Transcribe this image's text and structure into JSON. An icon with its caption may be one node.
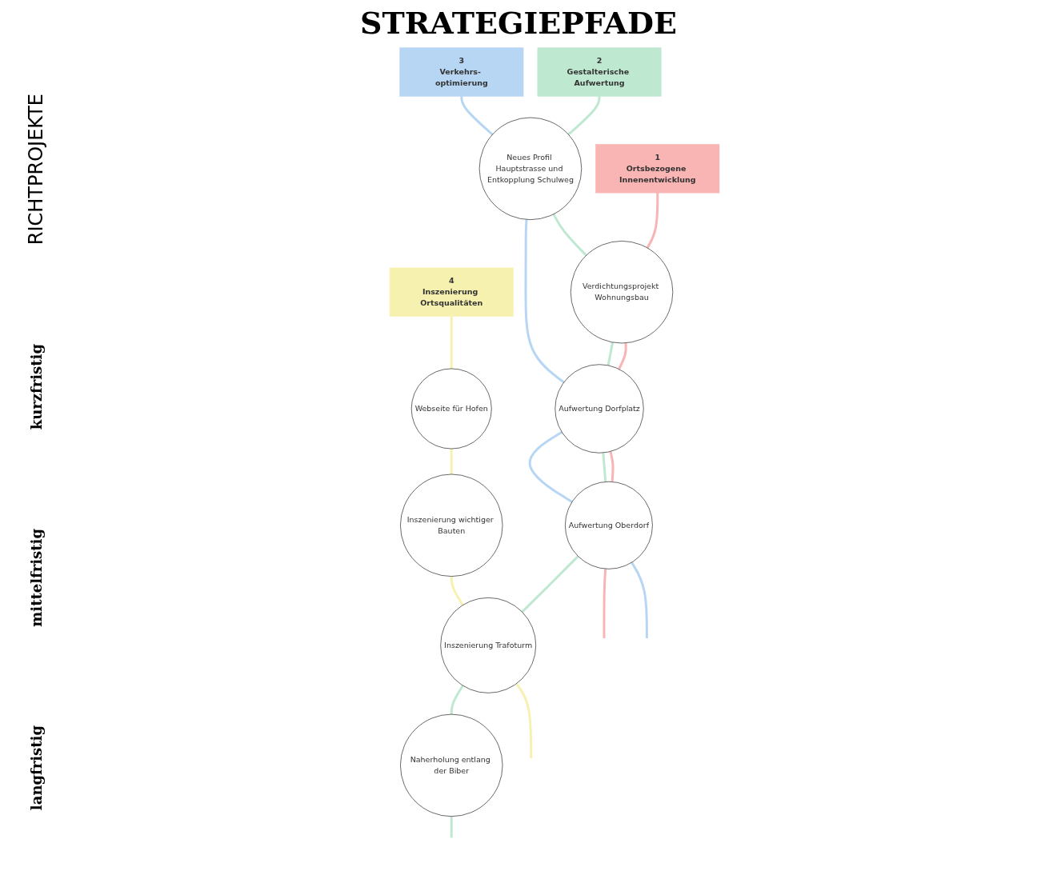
{
  "diagram": {
    "title": "STRATEGIEPFADE",
    "nodes": [
      {
        "text": [
          "1",
          "Ortsbezogene Innenentwicklung"
        ]
      },
      {
        "text": [
          "2",
          "Gestalterische Aufwertung"
        ]
      },
      {
        "text": [
          "3",
          "Verkehrs- optimierung"
        ]
      },
      {
        "text": [
          "4",
          "Inszenierung Ortsqualitäten"
        ]
      },
      {
        "text": [
          "Webseite für Hofen"
        ]
      },
      {
        "text": [
          "Inszenierung wichtiger Bauten"
        ]
      },
      {
        "text": [
          "Neues Profil Hauptstrasse und Entkopplung Schulweg"
        ]
      },
      {
        "text": [
          "Verdichtungsprojekt Wohnungsbau"
        ]
      },
      {
        "text": [
          "Aufwertung Dorfplatz"
        ]
      },
      {
        "text": [
          "Aufwertung Oberdorf"
        ]
      },
      {
        "text": [
          "Inszenierung Trafoturm"
        ]
      },
      {
        "text": [
          "Naherholung entlang der Biber"
        ]
      }
    ],
    "edges": [
      {
        "from": 0,
        "to": 7,
        "arrow": "none",
        "color": "#f9b4b4"
      },
      {
        "from": 7,
        "to": 8,
        "arrow": "none",
        "color": "#f9b4b4"
      },
      {
        "from": 8,
        "to": 9,
        "arrow": "none",
        "color": "#f9b4b4"
      },
      {
        "from": 9,
        "to": null,
        "arrow": "none",
        "color": "#f9b4b4"
      },
      {
        "from": 1,
        "to": 6,
        "arrow": "none",
        "color": "#bfe8d0"
      },
      {
        "from": 6,
        "to": 7,
        "arrow": "none",
        "color": "#bfe8d0"
      },
      {
        "from": 7,
        "to": 8,
        "arrow": "none",
        "color": "#bfe8d0"
      },
      {
        "from": 8,
        "to": 9,
        "arrow": "none",
        "color": "#bfe8d0"
      },
      {
        "from": 9,
        "to": 10,
        "arrow": "none",
        "color": "#bfe8d0"
      },
      {
        "from": 10,
        "to": 11,
        "arrow": "none",
        "color": "#bfe8d0"
      },
      {
        "from": 11,
        "to": null,
        "arrow": "none",
        "color": "#bfe8d0"
      },
      {
        "from": 2,
        "to": 6,
        "arrow": "none",
        "color": "#b7d6f4"
      },
      {
        "from": 6,
        "to": 8,
        "arrow": "none",
        "color": "#b7d6f4"
      },
      {
        "from": 8,
        "to": 9,
        "arrow": "none",
        "color": "#b7d6f4"
      },
      {
        "from": 9,
        "to": null,
        "arrow": "none",
        "color": "#b7d6f4"
      },
      {
        "from": 3,
        "to": 4,
        "arrow": "none",
        "color": "#f7f1b0"
      },
      {
        "from": 4,
        "to": 5,
        "arrow": "none",
        "color": "#f7f1b0"
      },
      {
        "from": 5,
        "to": 10,
        "arrow": "none",
        "color": "#f7f1b0"
      },
      {
        "from": 10,
        "to": null,
        "arrow": "none",
        "color": "#f7f1b0"
      }
    ],
    "labels": [
      "RICHTPROJEKTE",
      "kurzfristig",
      "mittelfristig",
      "langfristig"
    ]
  }
}
